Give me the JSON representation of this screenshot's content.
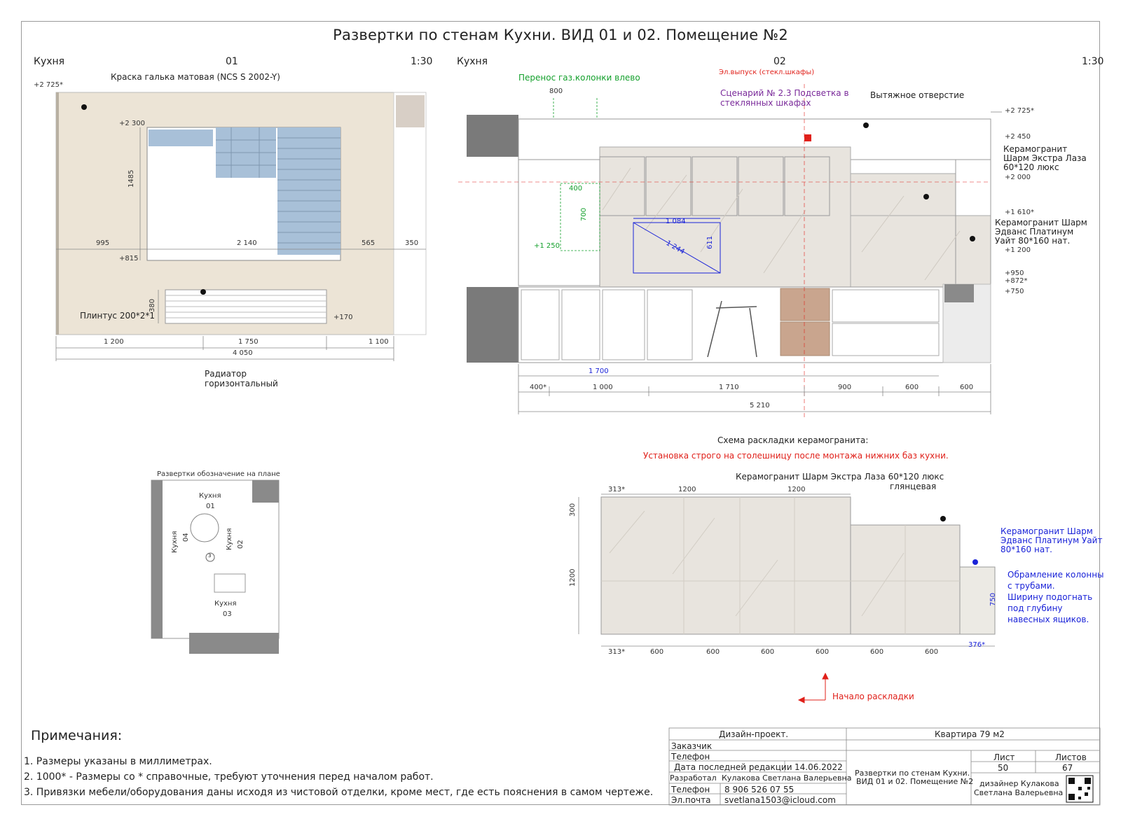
{
  "title": "Развертки по стенам Кухни. ВИД 01 и 02. Помещение №2",
  "view01": {
    "room": "Кухня",
    "view_no": "01",
    "scale": "1:30",
    "paint_label": "Краска галька матовая (NCS S 2002-Y)",
    "level_top": "+2 725*",
    "level_window_top": "+2 300",
    "level_sill": "+815",
    "level_radiator": "+170",
    "dim_window_height": "1485",
    "dim_radiator_height": "380",
    "dim_row": [
      "995",
      "2 140",
      "565",
      "350"
    ],
    "dim_bottom": [
      "1 200",
      "1 750",
      "1 100"
    ],
    "dim_total": "4 050",
    "plinth_label": "Плинтус 200*2*1",
    "radiator_label_1": "Радиатор",
    "radiator_label_2": "горизонтальный"
  },
  "view02": {
    "room": "Кухня",
    "view_no": "02",
    "scale": "1:30",
    "gas_note": "Перенос газ.колонки влево",
    "dim_800": "800",
    "el_note": "Эл.выпуск (стекл.шкафы)",
    "scenario_1": "Сценарий № 2.3 Подсветка в",
    "scenario_2": "стеклянных шкафах",
    "vent_label": "Вытяжное отверстие",
    "tile1_1": "Керамогранит",
    "tile1_2": "Шарм Экстра Лаза",
    "tile1_3": "60*120 люкс",
    "tile2_1": "Керамогранит Шарм",
    "tile2_2": "Эдванс Платинум",
    "tile2_3": "Уайт 80*160 нат.",
    "levels": [
      "+2 725*",
      "+2 450",
      "+2 000",
      "+1 610*",
      "+1 200",
      "+950",
      "+872*",
      "+750"
    ],
    "dim_400": "400",
    "dim_700": "700",
    "level_1250": "+1 250",
    "dim_1084": "1 084",
    "dim_1244": "1 244",
    "dim_611": "611",
    "dim_1700": "1 700",
    "dim_bottom": [
      "400*",
      "1 000",
      "1 710",
      "900",
      "600",
      "600"
    ],
    "dim_total": "5 210"
  },
  "scheme": {
    "title": "Схема раскладки керамогранита:",
    "warning": "Установка строго на столешницу после монтажа нижних баз кухни.",
    "tile_label_1": "Керамогранит Шарм Экстра Лаза 60*120 люкс",
    "tile_label_2": "глянцевая",
    "top_dims": [
      "313*",
      "1200",
      "1200"
    ],
    "left_dims": [
      "300",
      "1200"
    ],
    "bottom_dims": [
      "313*",
      "600",
      "600",
      "600",
      "600",
      "600",
      "600"
    ],
    "right_dim": "376*",
    "side_dim": "750",
    "blue_label": [
      "Керамогранит Шарм",
      "Эдванс Платинум Уайт",
      "80*160 нат."
    ],
    "column_note": [
      "Обрамление колонны",
      "с трубами.",
      "Ширину подогнать",
      "под глубину",
      "навесных ящиков."
    ],
    "start_label": "Начало раскладки"
  },
  "plan": {
    "title": "Развертки обозначение на плане",
    "marks": [
      {
        "room": "Кухня",
        "no": "01"
      },
      {
        "room": "Кухня",
        "no": "02"
      },
      {
        "room": "Кухня",
        "no": "03"
      },
      {
        "room": "Кухня",
        "no": "04"
      }
    ],
    "circle_no": "3"
  },
  "notes": {
    "heading": "Примечания:",
    "items": [
      "1. Размеры указаны в миллиметрах.",
      "2. 1000* - Размеры со * справочные, требуют уточнения перед началом работ.",
      "3. Привязки мебели/оборудования даны исходя из чистовой отделки, кроме мест, где есть пояснения в самом чертеже."
    ]
  },
  "stamp": {
    "project": "Дизайн-проект.",
    "apartment": "Квартира 79 м2",
    "customer_label": "Заказчик",
    "phone_label": "Телефон",
    "date_label": "Дата последней редакции",
    "date": "14.06.2022",
    "author_label": "Разработал",
    "author": "Кулакова Светлана Валерьевна",
    "phone2_label": "Телефон",
    "phone": "8 906 526 07 55",
    "email_label": "Эл.почта",
    "email": "svetlana1503@icloud.com",
    "sheet_title_1": "Развертки по стенам Кухни.",
    "sheet_title_2": "ВИД 01 и 02. Помещение №2",
    "sheet_label": "Лист",
    "sheets_label": "Листов",
    "sheet": "50",
    "sheets": "67",
    "designer_1": "дизайнер Кулакова",
    "designer_2": "Светлана Валерьевна"
  },
  "colors": {
    "wall": "#ece4d6",
    "blind": "#a8c0d8",
    "tile": "#e8e4de",
    "wood": "#c9a58e",
    "column": "#7a7a7a",
    "red": "#e0201a",
    "blue": "#1a23d8",
    "green": "#14a02c"
  }
}
